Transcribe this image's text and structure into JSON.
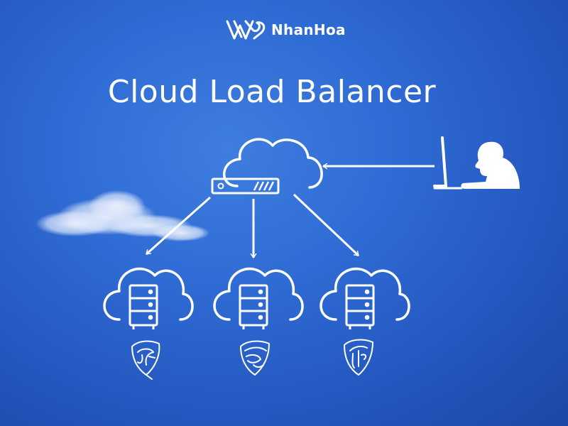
{
  "brand": {
    "name": "NhanHoa"
  },
  "title": "Cloud Load Balancer",
  "diagram": {
    "nodes": [
      {
        "id": "load-balancer",
        "type": "cloud-with-router"
      },
      {
        "id": "user",
        "type": "person-at-computer"
      },
      {
        "id": "server-1",
        "type": "cloud-with-server"
      },
      {
        "id": "server-2",
        "type": "cloud-with-server"
      },
      {
        "id": "server-3",
        "type": "cloud-with-server"
      }
    ],
    "edges": [
      {
        "from": "user",
        "to": "load-balancer"
      },
      {
        "from": "load-balancer",
        "to": "server-1"
      },
      {
        "from": "load-balancer",
        "to": "server-2"
      },
      {
        "from": "load-balancer",
        "to": "server-3"
      }
    ]
  },
  "colors": {
    "background": "#2f6bd4",
    "foreground": "#ffffff"
  },
  "icons": [
    "nhanhoa-logo-icon",
    "cloud-icon",
    "router-icon",
    "server-icon",
    "user-at-computer-icon",
    "shield-icon",
    "arrow-icon"
  ]
}
